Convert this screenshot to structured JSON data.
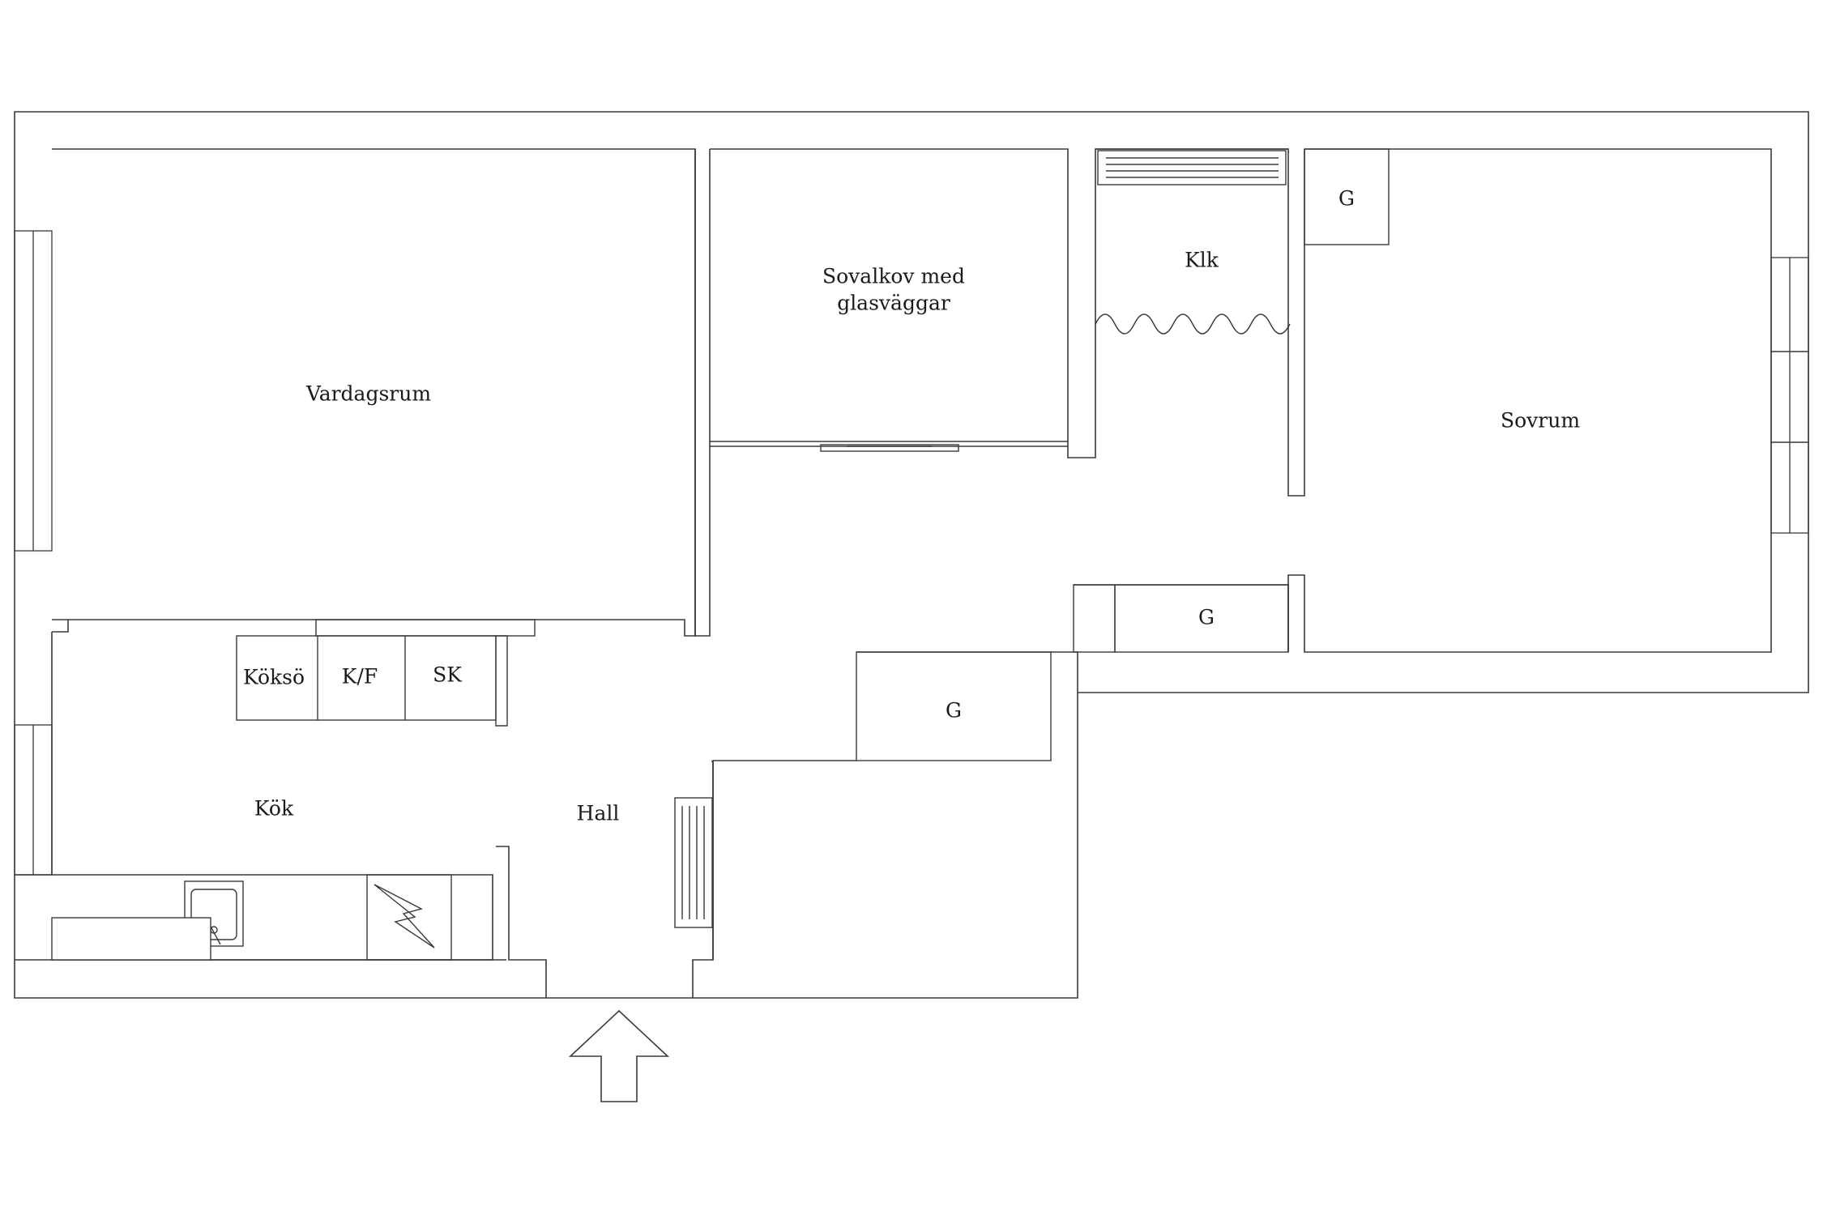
{
  "rooms": {
    "vardagsrum": "Vardagsrum",
    "sovalkov_line1": "Sovalkov med",
    "sovalkov_line2": "glasväggar",
    "klk": "Klk",
    "sovrum": "Sovrum",
    "kok": "Kök",
    "hall": "Hall"
  },
  "fixtures": {
    "koksö": "Köksö",
    "kf": "K/F",
    "sk": "SK",
    "g_closet_top_right": "G",
    "g_closet_mid_right": "G",
    "g_closet_center": "G"
  },
  "icons": {
    "entrance": "entrance-arrow-icon",
    "sink": "sink-icon",
    "stove": "stove-icon",
    "radiator": "radiator-icon",
    "curtain": "curtain-icon"
  }
}
